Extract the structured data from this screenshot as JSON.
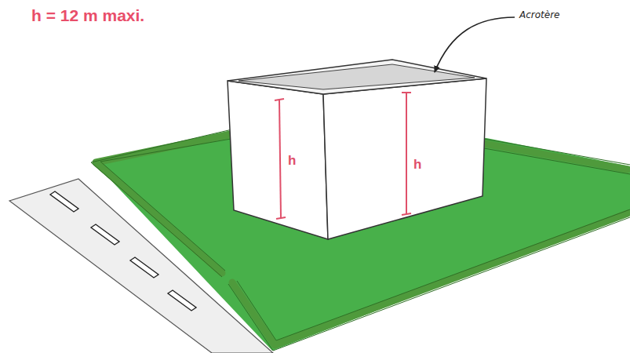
{
  "diagram": {
    "title": "h = 12 m maxi.",
    "labels": [
      "Acrotère",
      "h",
      "h"
    ]
  }
}
